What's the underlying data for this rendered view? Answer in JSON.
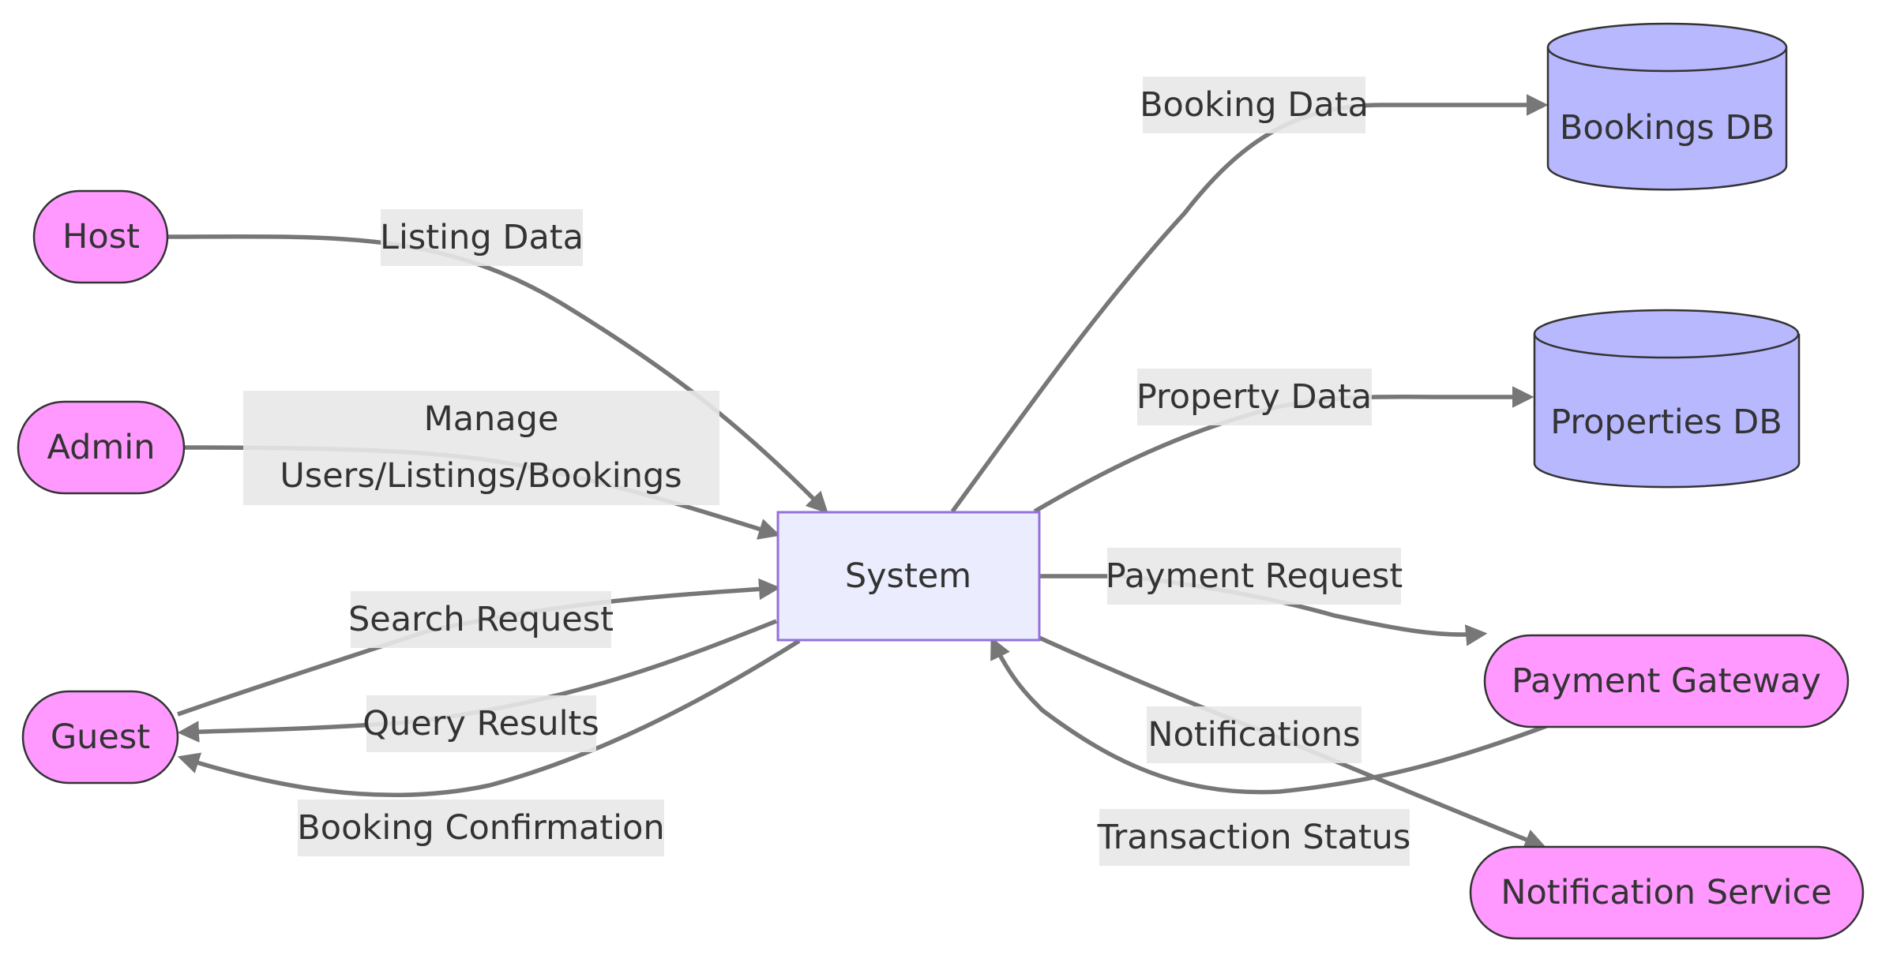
{
  "nodes": {
    "host": "Host",
    "admin": "Admin",
    "guest": "Guest",
    "system": "System",
    "bookings_db": "Bookings DB",
    "properties_db": "Properties DB",
    "payment_gateway": "Payment Gateway",
    "notification_service": "Notification Service"
  },
  "edges": {
    "listing_data": "Listing Data",
    "manage_line1": "Manage",
    "manage_line2": "Users/Listings/Bookings",
    "search_request": "Search Request",
    "query_results": "Query Results",
    "booking_confirmation": "Booking Confirmation",
    "booking_data": "Booking Data",
    "property_data": "Property Data",
    "payment_request": "Payment Request",
    "notifications": "Notifications",
    "transaction_status": "Transaction Status"
  },
  "colors": {
    "terminal_fill": "#ff99ff",
    "process_fill": "#ececff",
    "process_stroke": "#9370db",
    "database_fill": "#b8b8ff",
    "edge_stroke": "#777777",
    "label_background": "#e8e8e8",
    "text": "#333333"
  }
}
